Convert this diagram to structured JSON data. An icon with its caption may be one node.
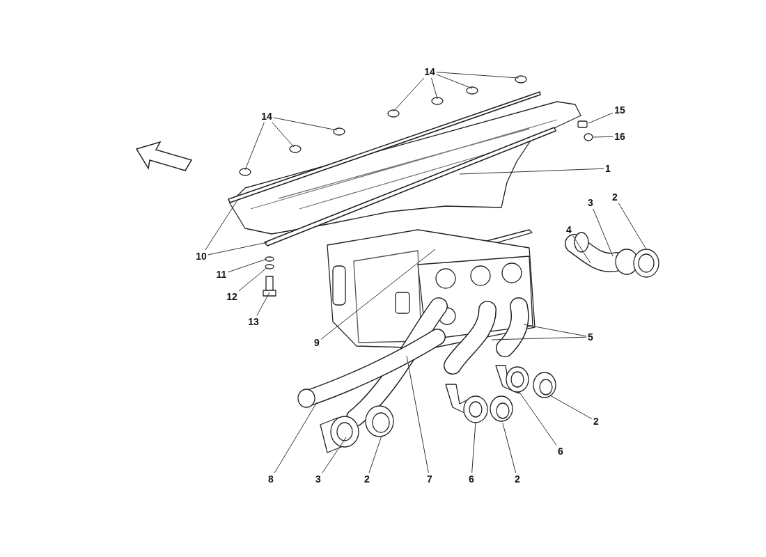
{
  "diagram": {
    "nodes": [
      {
        "text": [
          "14"
        ]
      },
      {
        "text": [
          "14"
        ]
      },
      {
        "text": [
          "15"
        ]
      },
      {
        "text": [
          "16"
        ]
      },
      {
        "text": [
          "1"
        ]
      },
      {
        "text": [
          "2"
        ]
      },
      {
        "text": [
          "3"
        ]
      },
      {
        "text": [
          "4"
        ]
      },
      {
        "text": [
          "10"
        ]
      },
      {
        "text": [
          "11"
        ]
      },
      {
        "text": [
          "12"
        ]
      },
      {
        "text": [
          "13"
        ]
      },
      {
        "text": [
          "9"
        ]
      },
      {
        "text": [
          "5"
        ]
      },
      {
        "text": [
          "8"
        ]
      },
      {
        "text": [
          "3"
        ]
      },
      {
        "text": [
          "2"
        ]
      },
      {
        "text": [
          "7"
        ]
      },
      {
        "text": [
          "6"
        ]
      },
      {
        "text": [
          "2"
        ]
      },
      {
        "text": [
          "6"
        ]
      },
      {
        "text": [
          "2"
        ]
      }
    ],
    "edges": [
      {
        "from": 0,
        "to": null,
        "arrow": "none"
      },
      {
        "from": 0,
        "to": null,
        "arrow": "none"
      },
      {
        "from": 0,
        "to": null,
        "arrow": "none"
      },
      {
        "from": 0,
        "to": null,
        "arrow": "none"
      },
      {
        "from": 1,
        "to": null,
        "arrow": "none"
      },
      {
        "from": 1,
        "to": null,
        "arrow": "none"
      },
      {
        "from": 1,
        "to": null,
        "arrow": "none"
      },
      {
        "from": 2,
        "to": null,
        "arrow": "none"
      },
      {
        "from": 3,
        "to": null,
        "arrow": "none"
      },
      {
        "from": 4,
        "to": null,
        "arrow": "none"
      },
      {
        "from": 5,
        "to": null,
        "arrow": "none"
      },
      {
        "from": 6,
        "to": null,
        "arrow": "none"
      },
      {
        "from": 7,
        "to": null,
        "arrow": "none"
      },
      {
        "from": 8,
        "to": null,
        "arrow": "none"
      },
      {
        "from": 8,
        "to": null,
        "arrow": "none"
      },
      {
        "from": 9,
        "to": null,
        "arrow": "none"
      },
      {
        "from": 10,
        "to": null,
        "arrow": "none"
      },
      {
        "from": 11,
        "to": null,
        "arrow": "none"
      },
      {
        "from": 12,
        "to": null,
        "arrow": "none"
      },
      {
        "from": 13,
        "to": null,
        "arrow": "none"
      },
      {
        "from": 13,
        "to": null,
        "arrow": "none"
      },
      {
        "from": 14,
        "to": null,
        "arrow": "none"
      },
      {
        "from": 15,
        "to": null,
        "arrow": "none"
      },
      {
        "from": 16,
        "to": null,
        "arrow": "none"
      },
      {
        "from": 17,
        "to": null,
        "arrow": "none"
      },
      {
        "from": 18,
        "to": null,
        "arrow": "none"
      },
      {
        "from": 19,
        "to": null,
        "arrow": "none"
      },
      {
        "from": 20,
        "to": null,
        "arrow": "none"
      },
      {
        "from": 21,
        "to": null,
        "arrow": "none"
      }
    ]
  }
}
